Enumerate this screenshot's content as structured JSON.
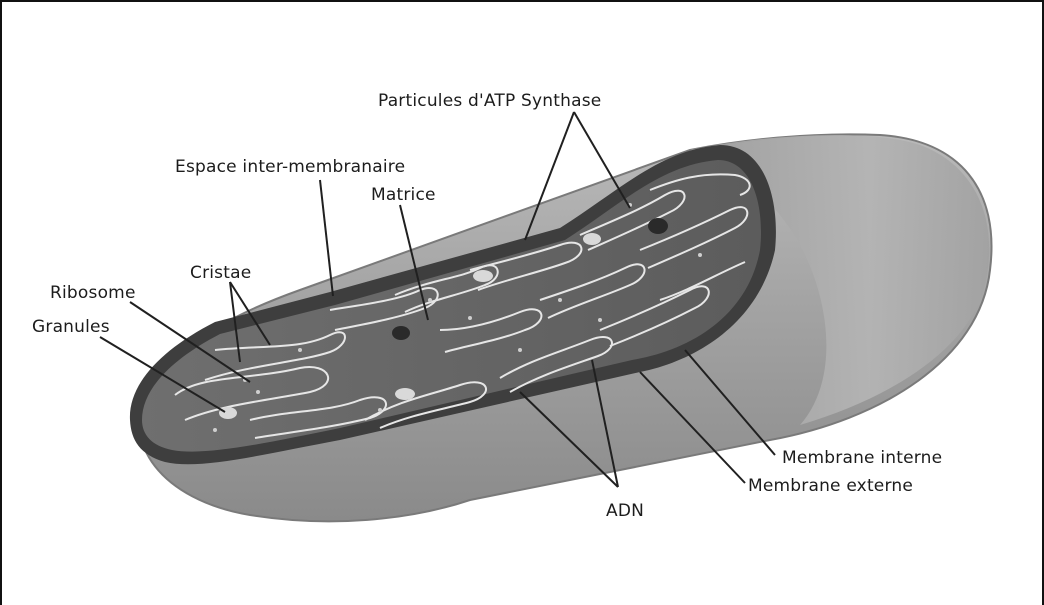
{
  "labels": {
    "atp_synthase": "Particules d'ATP Synthase",
    "intermembrane_space": "Espace inter-membranaire",
    "matrix": "Matrice",
    "cristae": "Cristae",
    "ribosome": "Ribosome",
    "granules": "Granules",
    "inner_membrane": "Membrane interne",
    "outer_membrane": "Membrane externe",
    "dna": "ADN"
  }
}
